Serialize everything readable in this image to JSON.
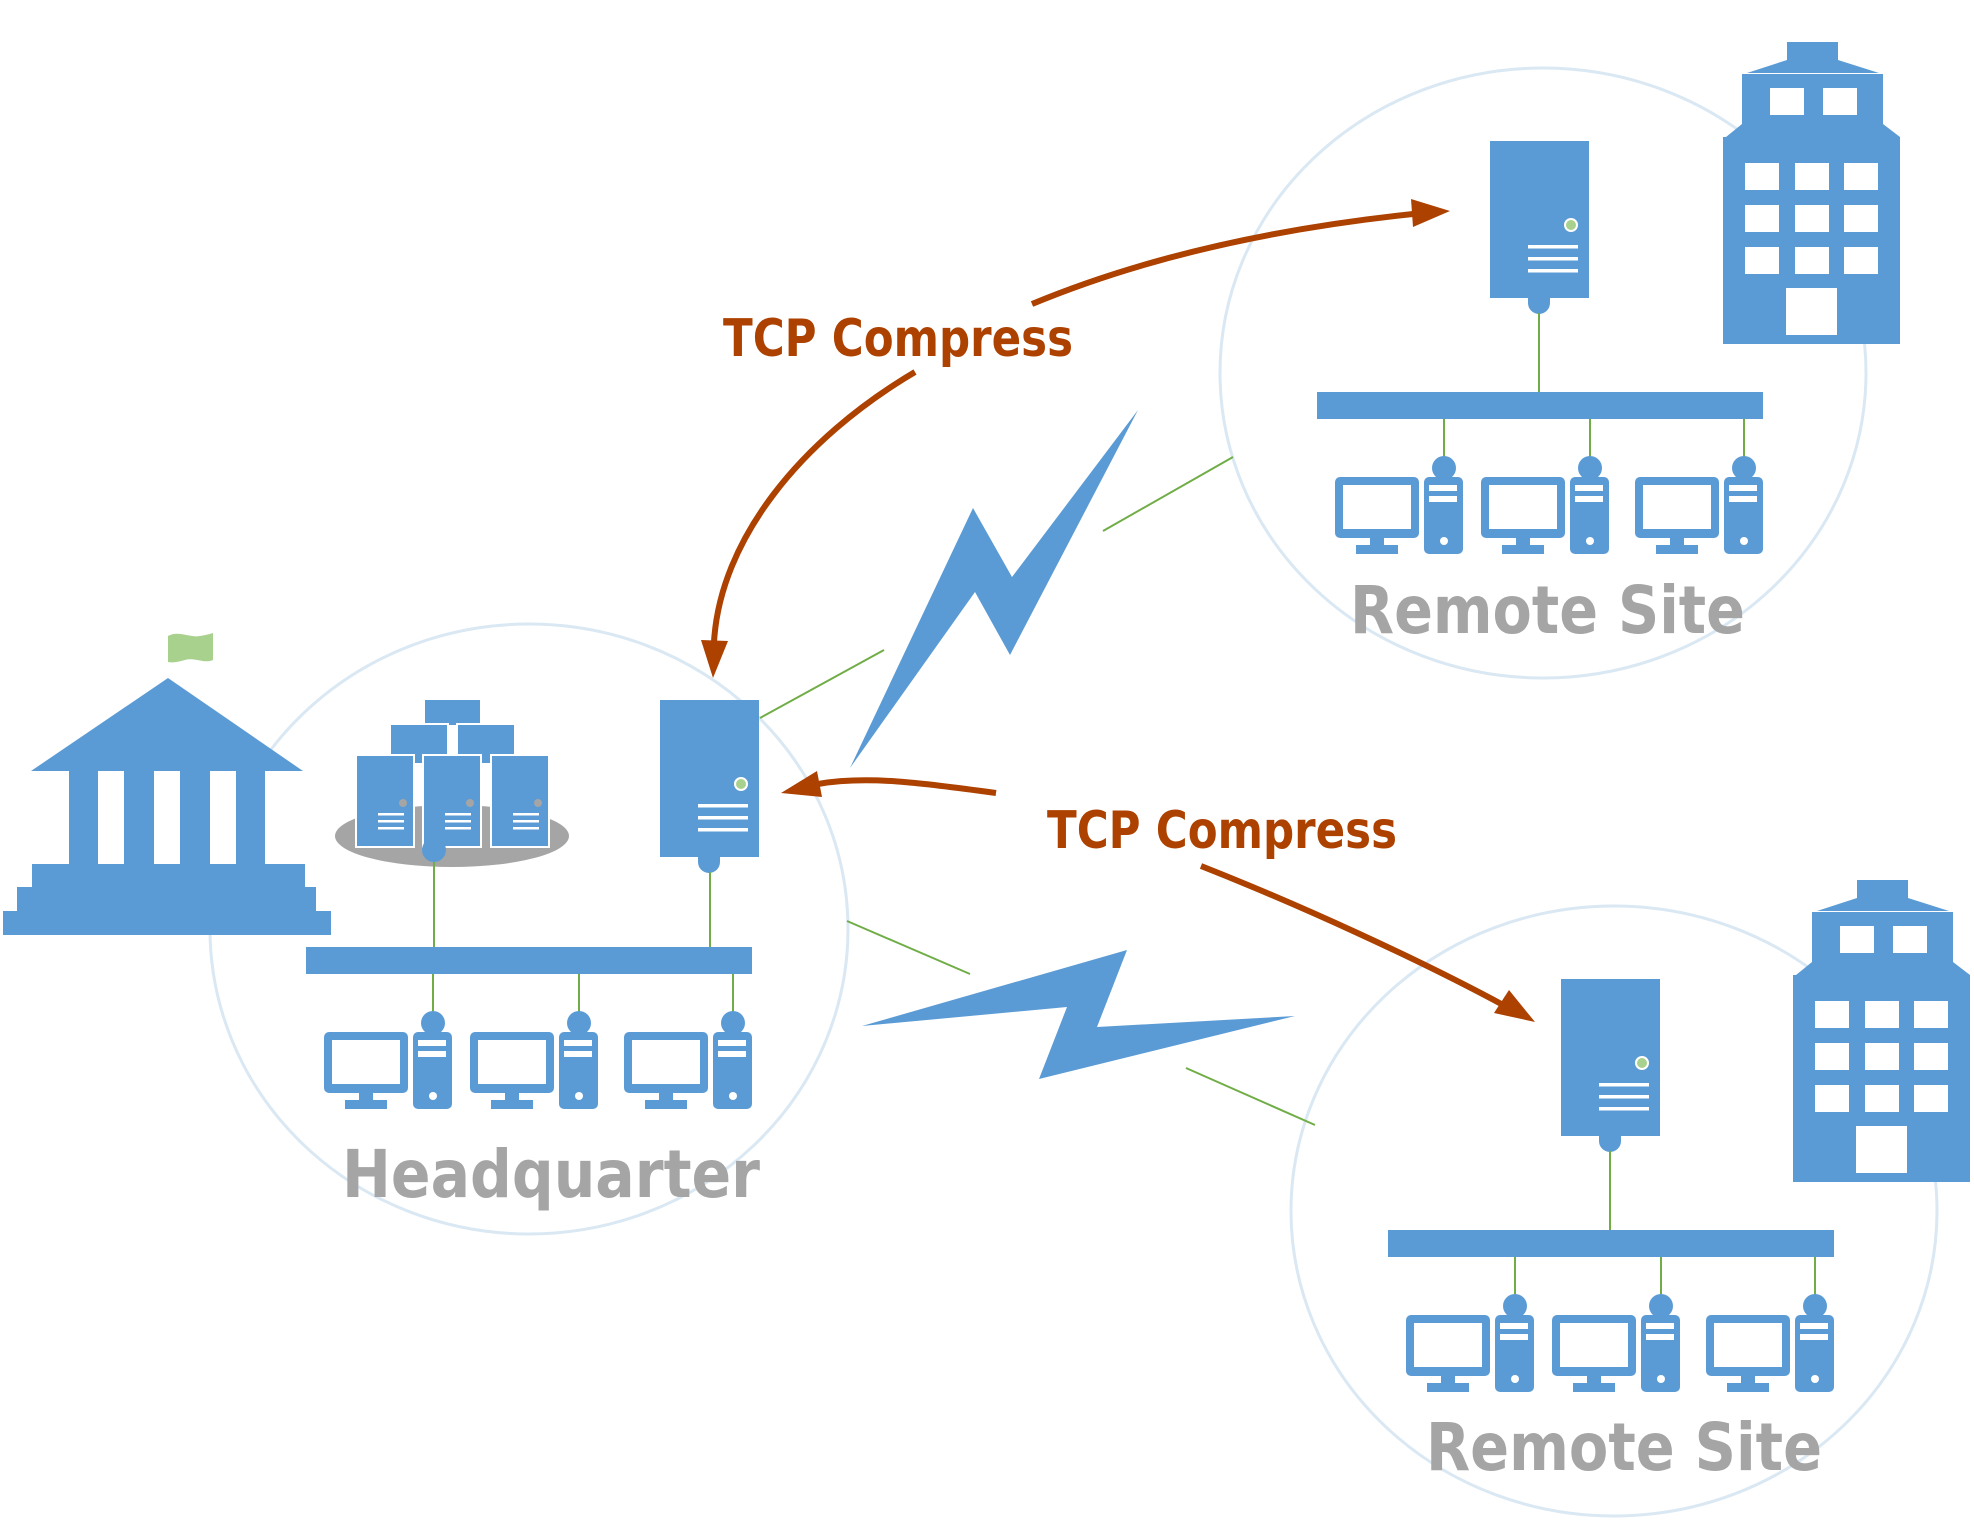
{
  "diagram": {
    "title": "TCP Compress WAN topology",
    "colors": {
      "icon_blue": "#5B9BD5",
      "arrow_brown": "#AD4100",
      "label_gray": "#A5A5A5",
      "link_green": "#70AD47",
      "flag_green": "#A9D18E",
      "circle_stroke": "#DAE8F3"
    },
    "sites": [
      {
        "id": "headquarter",
        "label": "Headquarter",
        "building_icon": "government-building-icon",
        "has_server_cluster": true,
        "servers": 1,
        "workstations": 3
      },
      {
        "id": "remote-site-1",
        "label": "Remote Site",
        "building_icon": "office-building-icon",
        "has_server_cluster": false,
        "servers": 1,
        "workstations": 3
      },
      {
        "id": "remote-site-2",
        "label": "Remote Site",
        "building_icon": "office-building-icon",
        "has_server_cluster": false,
        "servers": 1,
        "workstations": 3
      }
    ],
    "connections": [
      {
        "from": "headquarter",
        "to": "remote-site-1",
        "type": "wan-link",
        "icon": "lightning-bolt-icon"
      },
      {
        "from": "headquarter",
        "to": "remote-site-2",
        "type": "wan-link",
        "icon": "lightning-bolt-icon"
      }
    ],
    "flows": [
      {
        "label": "TCP Compress",
        "between": [
          "remote-site-1",
          "headquarter"
        ],
        "direction": "bidirectional"
      },
      {
        "label": "TCP Compress",
        "between": [
          "headquarter",
          "remote-site-2"
        ],
        "direction": "bidirectional"
      }
    ]
  }
}
